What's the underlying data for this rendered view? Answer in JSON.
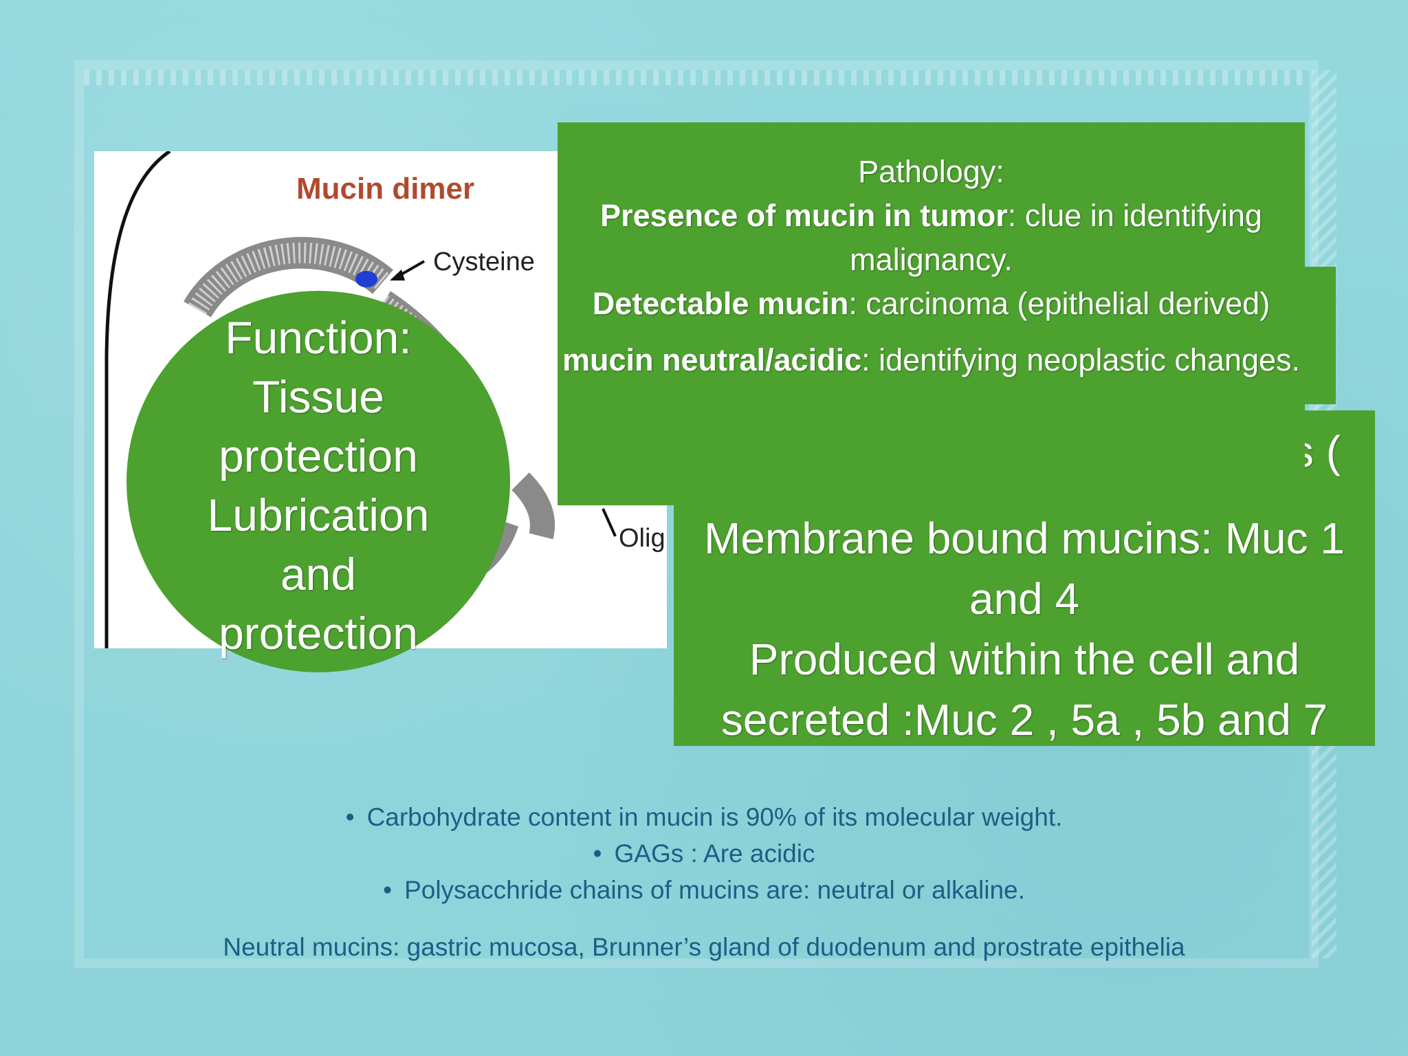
{
  "figure": {
    "title": "Mucin dimer",
    "label_cysteine": "Cysteine",
    "label_olig": "Olig"
  },
  "function_circle": {
    "lines": [
      "Function:",
      "Tissue",
      "protection",
      "Lubrication",
      "and",
      "protection"
    ]
  },
  "pathology_box": {
    "heading": "Pathology:",
    "item1_bold": "Presence of mucin in tumor",
    "item1_rest": ": clue in identifying malignancy.",
    "item2_bold": "Detectable mucin",
    "item2_rest": ": carcinoma (epithelial derived)",
    "item3_bold": "mucin neutral/acidic",
    "item3_rest": ": identifying neoplastic changes."
  },
  "mucin_types_box": {
    "partial_top": "s (",
    "line1": "Membrane bound mucins: Muc 1 and 4",
    "line2": "Produced within the cell and secreted :Muc 2 , 5a , 5b and 7"
  },
  "bullets": [
    "Carbohydrate content in mucin is 90% of its molecular weight.",
    "GAGs : Are acidic",
    "Polysacchride chains of mucins are: neutral or alkaline."
  ],
  "footer": "Neutral mucins: gastric mucosa, Brunner’s gland of duodenum and prostrate epithelia",
  "colors": {
    "background": "#8fd6dc",
    "green": "#4da12f",
    "text_blue": "#1d5e86",
    "title_red": "#b04a2e"
  }
}
